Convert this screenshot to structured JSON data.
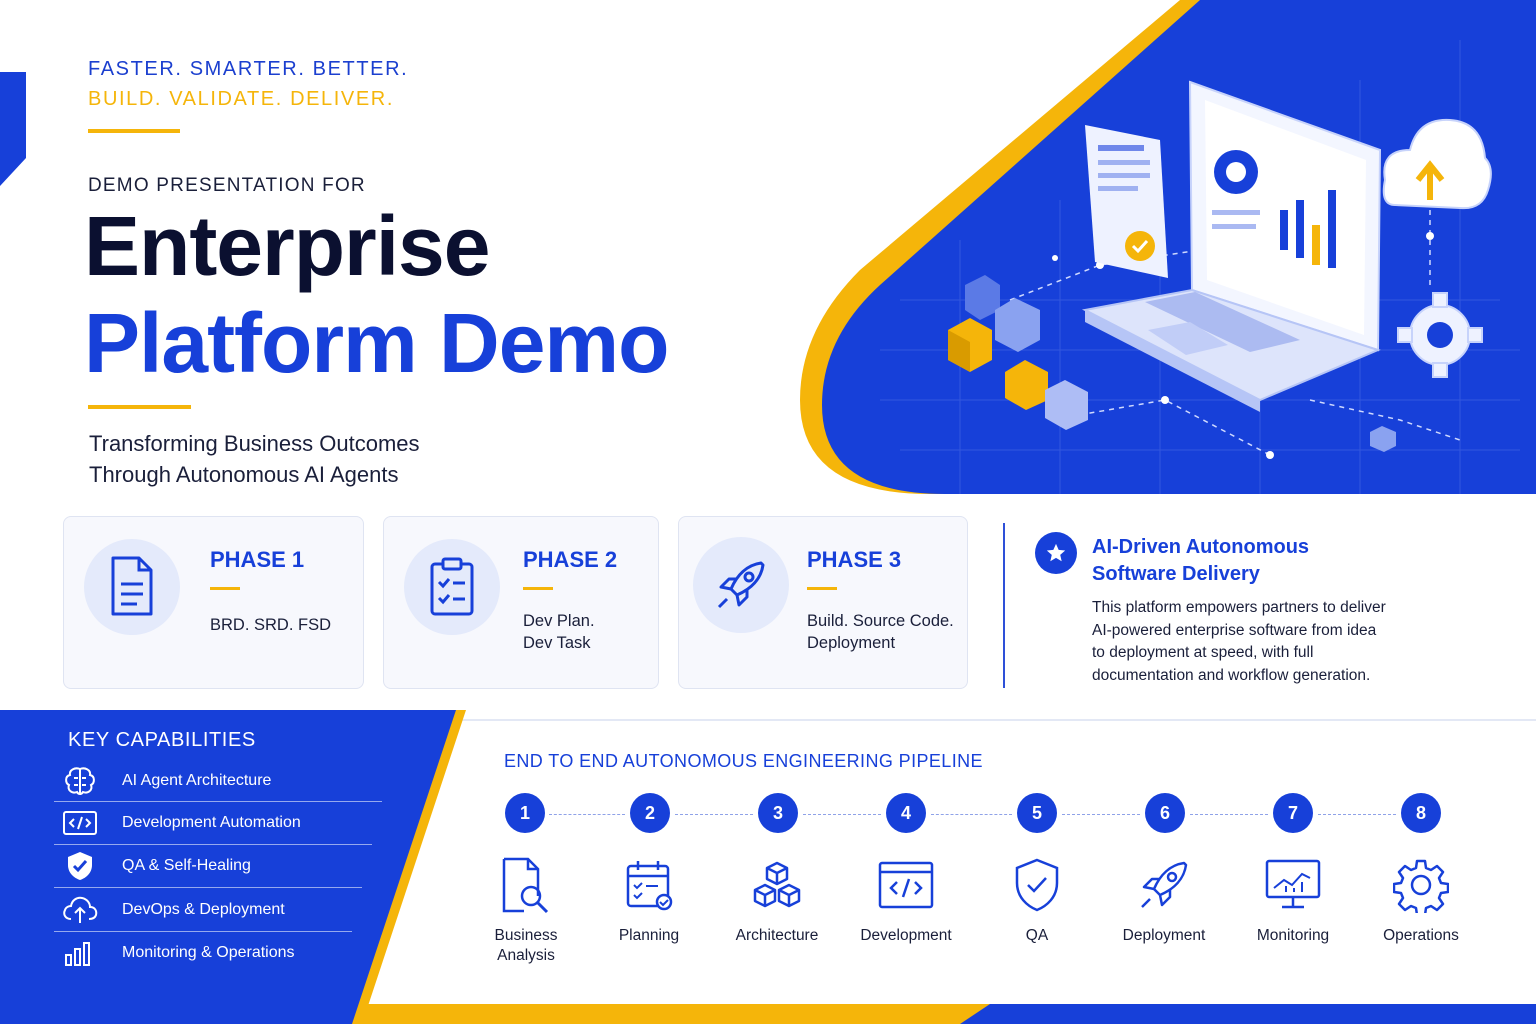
{
  "header": {
    "tagline_1": "FASTER. SMARTER. BETTER.",
    "tagline_2": "BUILD. VALIDATE. DELIVER.",
    "eyebrow": "DEMO PRESENTATION FOR",
    "title_line_1": "Enterprise",
    "title_line_2": "Platform Demo",
    "subtitle_line_1": "Transforming Business Outcomes",
    "subtitle_line_2": "Through Autonomous AI Agents"
  },
  "phases": [
    {
      "title": "PHASE 1",
      "text_1": "BRD. SRD. FSD",
      "text_2": "",
      "icon": "document-icon"
    },
    {
      "title": "PHASE 2",
      "text_1": "Dev Plan.",
      "text_2": "Dev Task",
      "icon": "clipboard-checklist-icon"
    },
    {
      "title": "PHASE 3",
      "text_1": "Build. Source Code.",
      "text_2": "Deployment",
      "icon": "rocket-icon"
    }
  ],
  "ai_panel": {
    "title_line_1": "AI-Driven Autonomous",
    "title_line_2": "Software Delivery",
    "body_1": "This platform empowers partners to deliver",
    "body_2": "AI-powered enterprise software from idea",
    "body_3": "to deployment at speed, with full",
    "body_4": "documentation and workflow generation."
  },
  "capabilities": {
    "title": "KEY CAPABILITIES",
    "items": [
      {
        "label": "AI Agent Architecture",
        "icon": "brain-icon"
      },
      {
        "label": "Development Automation",
        "icon": "code-window-icon"
      },
      {
        "label": "QA & Self-Healing",
        "icon": "shield-check-icon"
      },
      {
        "label": "DevOps & Deployment",
        "icon": "cloud-upload-icon"
      },
      {
        "label": "Monitoring & Operations",
        "icon": "bar-chart-icon"
      }
    ]
  },
  "pipeline": {
    "title": "END TO END AUTONOMOUS ENGINEERING PIPELINE",
    "steps": [
      {
        "num": "1",
        "label_1": "Business",
        "label_2": "Analysis",
        "icon": "document-search-icon"
      },
      {
        "num": "2",
        "label_1": "Planning",
        "label_2": "",
        "icon": "calendar-check-icon"
      },
      {
        "num": "3",
        "label_1": "Architecture",
        "label_2": "",
        "icon": "cubes-icon"
      },
      {
        "num": "4",
        "label_1": "Development",
        "label_2": "",
        "icon": "code-window-icon"
      },
      {
        "num": "5",
        "label_1": "QA",
        "label_2": "",
        "icon": "shield-check-icon"
      },
      {
        "num": "6",
        "label_1": "Deployment",
        "label_2": "",
        "icon": "rocket-icon"
      },
      {
        "num": "7",
        "label_1": "Monitoring",
        "label_2": "",
        "icon": "monitor-chart-icon"
      },
      {
        "num": "8",
        "label_1": "Operations",
        "label_2": "",
        "icon": "gear-icon"
      }
    ]
  },
  "colors": {
    "brand_blue": "#1740d9",
    "accent_yellow": "#f5b50a",
    "navy_text": "#0b1030"
  }
}
